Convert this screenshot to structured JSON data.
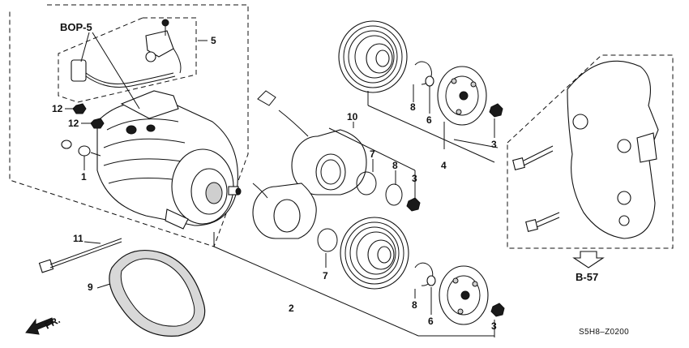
{
  "diagram": {
    "refs": {
      "bop5": "BOP-5",
      "b57": "B-57",
      "front": "FR."
    },
    "code": "S5H8–Z0200",
    "callouts": {
      "p1": "1",
      "p2": "2",
      "p3a": "3",
      "p3b": "3",
      "p3c": "3",
      "p4": "4",
      "p5": "5",
      "p6a": "6",
      "p6b": "6",
      "p7a": "7",
      "p7b": "7",
      "p8a": "8",
      "p8b": "8",
      "p8c": "8",
      "p9": "9",
      "p10": "10",
      "p11": "11",
      "p12a": "12",
      "p12b": "12"
    }
  }
}
